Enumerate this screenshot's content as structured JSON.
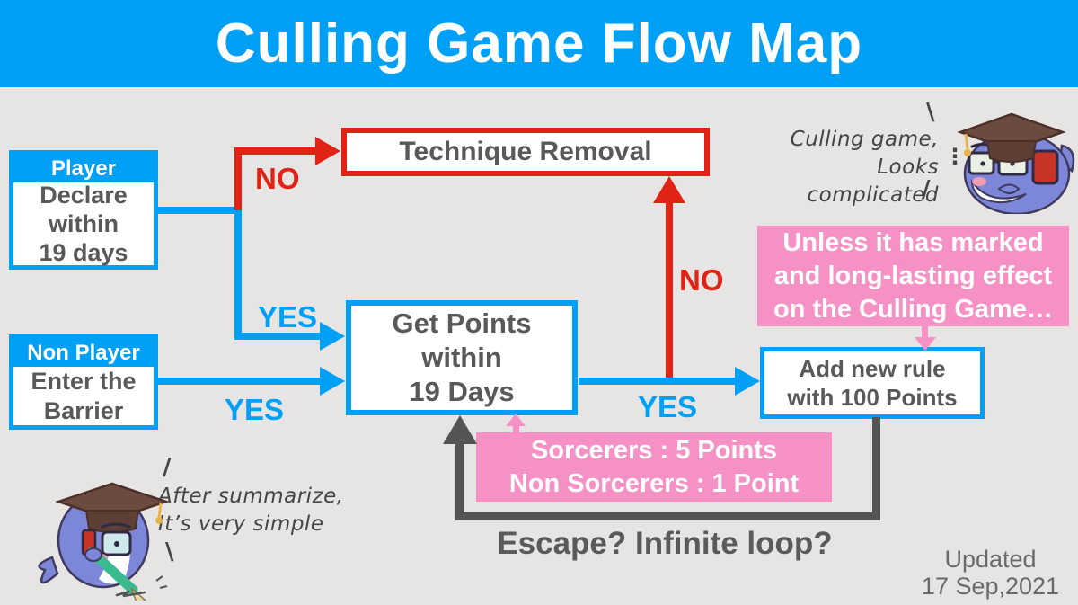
{
  "title": "Culling Game Flow Map",
  "colors": {
    "accent_blue": "#00A0F7",
    "accent_red": "#E02315",
    "accent_pink": "#F591C5",
    "box_text_gray": "#595959",
    "loop_gray": "#545454",
    "background": "#e7e5e3"
  },
  "boxes": {
    "player": {
      "header": "Player",
      "lines": [
        "Declare",
        "within",
        "19 days"
      ]
    },
    "non_player": {
      "header": "Non Player",
      "lines": [
        "Enter the",
        "Barrier"
      ]
    },
    "technique_removal": {
      "label": "Technique Removal"
    },
    "get_points": {
      "lines": [
        "Get Points",
        "within",
        "19 Days"
      ]
    },
    "add_rule": {
      "lines": [
        "Add new rule",
        "with 100 Points"
      ]
    },
    "unless_note": {
      "lines": [
        "Unless it has marked",
        "and long-lasting effect",
        "on the Culling Game…"
      ]
    },
    "points_note": {
      "lines": [
        "Sorcerers : 5 Points",
        "Non Sorcerers : 1 Point"
      ]
    }
  },
  "labels": {
    "no_declare": "NO",
    "yes_declare": "YES",
    "yes_barrier": "YES",
    "yes_points": "YES",
    "no_points": "NO",
    "escape": "Escape? Infinite loop?",
    "updated_line1": "Updated",
    "updated_line2": "17 Sep,2021"
  },
  "speech": {
    "top_right": {
      "line1": "Culling game,",
      "line2": "Looks complicated",
      "mark_open": "\\",
      "mark_close": "/",
      "dots": "⋮"
    },
    "bottom_left": {
      "line1": "After summarize,",
      "line2": "It’s very simple",
      "mark_open": "/",
      "mark_close": "\\"
    }
  },
  "icons": {
    "top_right": "dolphin-professor-icon",
    "bottom_left": "dolphin-writing-icon"
  }
}
